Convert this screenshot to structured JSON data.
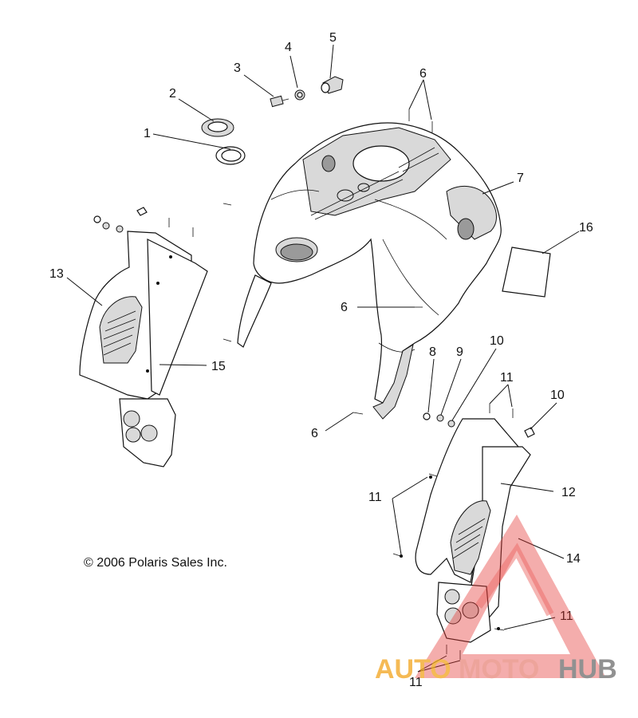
{
  "diagram": {
    "callouts": [
      "1",
      "2",
      "3",
      "4",
      "5",
      "6",
      "6",
      "6",
      "7",
      "8",
      "9",
      "10",
      "10",
      "11",
      "11",
      "11",
      "11",
      "12",
      "13",
      "14",
      "15",
      "16"
    ],
    "copyright": "© 2006 Polaris Sales Inc."
  },
  "watermark": {
    "part1": "AUTO",
    "part2": "MOTO",
    "part3": "HUB",
    "colors": {
      "auto": "#f2a41d",
      "moto": "#e8867a",
      "hub": "#6d6d6d",
      "triangle": "#e53935"
    }
  }
}
